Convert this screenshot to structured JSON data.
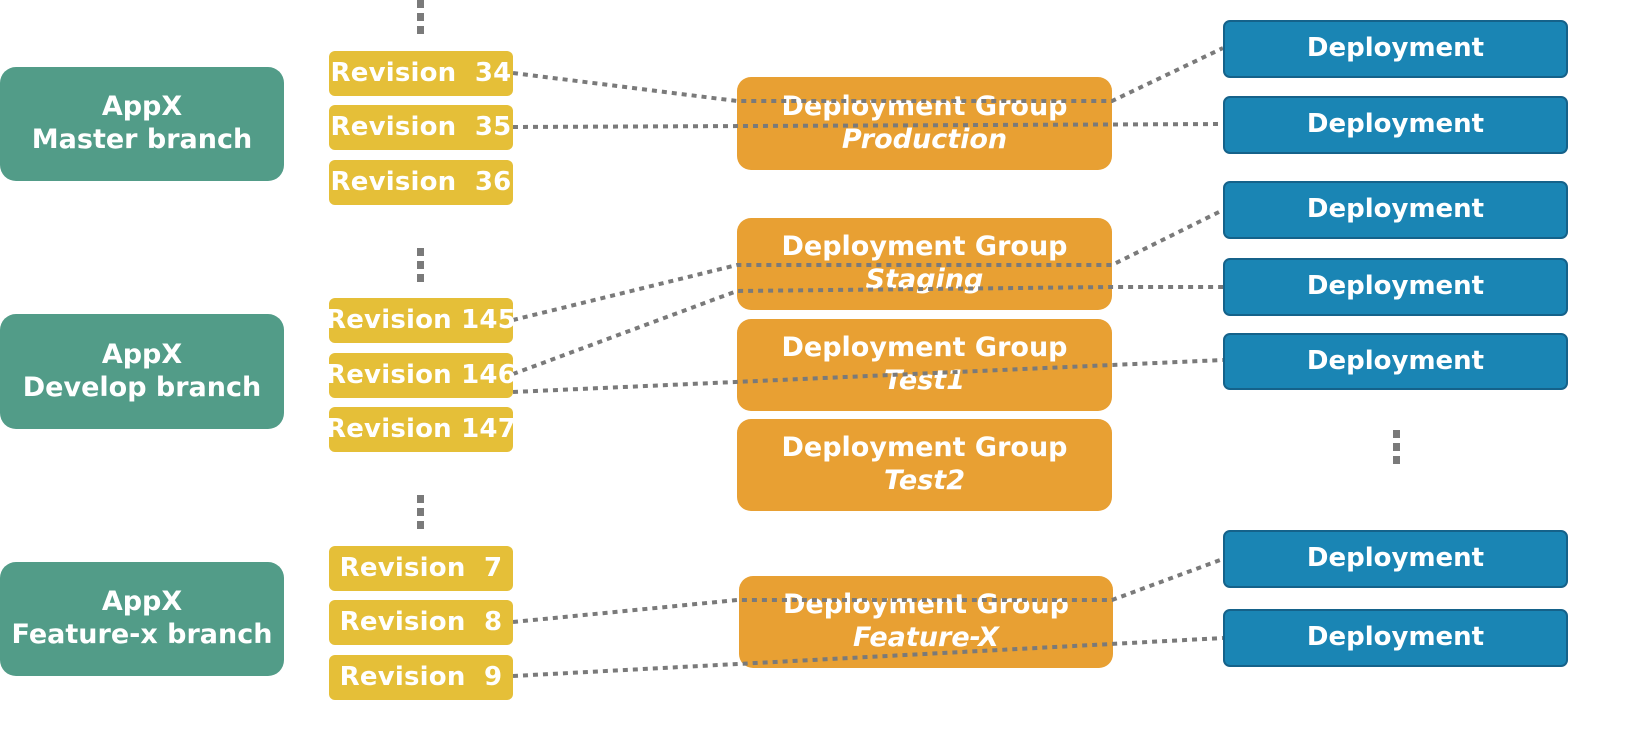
{
  "colors": {
    "branch": "#529c88",
    "revision": "#e5bf38",
    "deployment_group": "#e8a033",
    "deployment": "#1a85b4",
    "connector": "#7a7a7a"
  },
  "branches": [
    {
      "line1": "AppX",
      "line2": "Master branch"
    },
    {
      "line1": "AppX",
      "line2": "Develop branch"
    },
    {
      "line1": "AppX",
      "line2": "Feature-x branch"
    }
  ],
  "revisions": [
    {
      "label": "Revision  34"
    },
    {
      "label": "Revision  35"
    },
    {
      "label": "Revision  36"
    },
    {
      "label": "Revision 145"
    },
    {
      "label": "Revision 146"
    },
    {
      "label": "Revision 147"
    },
    {
      "label": "Revision  7"
    },
    {
      "label": "Revision  8"
    },
    {
      "label": "Revision  9"
    }
  ],
  "deployment_groups": [
    {
      "title": "Deployment Group",
      "env": "Production"
    },
    {
      "title": "Deployment Group",
      "env": "Staging"
    },
    {
      "title": "Deployment Group",
      "env": "Test1"
    },
    {
      "title": "Deployment Group",
      "env": "Test2"
    },
    {
      "title": "Deployment Group",
      "env": "Feature-X"
    }
  ],
  "deployments": [
    {
      "label": "Deployment"
    },
    {
      "label": "Deployment"
    },
    {
      "label": "Deployment"
    },
    {
      "label": "Deployment"
    },
    {
      "label": "Deployment"
    },
    {
      "label": "Deployment"
    },
    {
      "label": "Deployment"
    }
  ]
}
